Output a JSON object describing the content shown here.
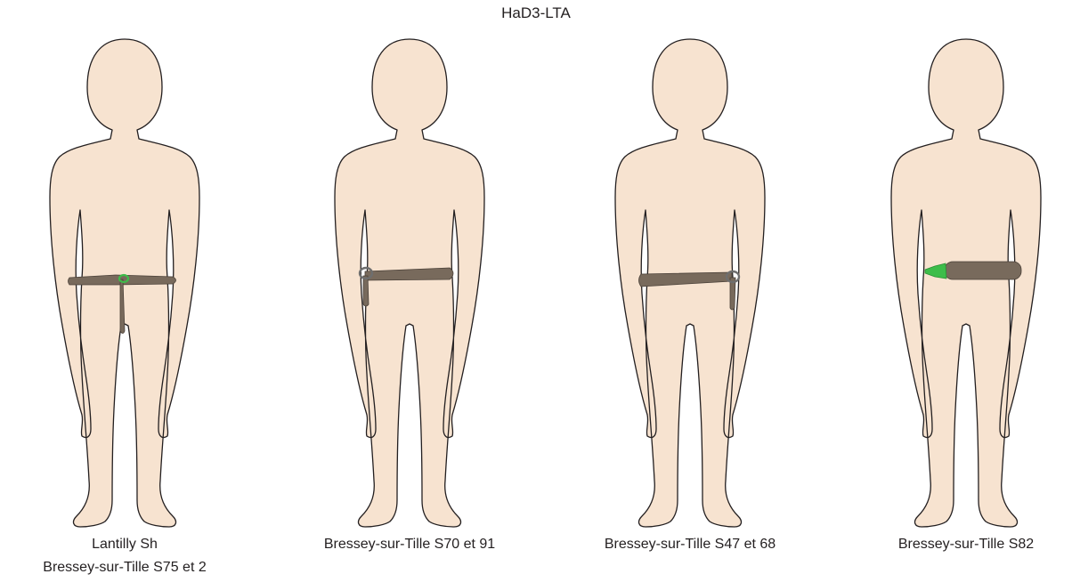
{
  "title": "HaD3-LTA",
  "colors": {
    "skin": "#f7e3d0",
    "outline": "#231f20",
    "belt": "#786a5c",
    "ring_grey": "#6e6e6e",
    "green": "#3dbd4a"
  },
  "figures": [
    {
      "id": "fig1",
      "caption": [
        "Lantilly Sh",
        "Bressey-sur-Tille S75 et 2"
      ],
      "belt_type": "center-buckle-green"
    },
    {
      "id": "fig2",
      "caption": [
        "Bressey-sur-Tille S70 et 91"
      ],
      "belt_type": "left-ring"
    },
    {
      "id": "fig3",
      "caption": [
        "Bressey-sur-Tille S47 et 68"
      ],
      "belt_type": "right-ring"
    },
    {
      "id": "fig4",
      "caption": [
        "Bressey-sur-Tille S82"
      ],
      "belt_type": "green-end-fitting"
    }
  ]
}
